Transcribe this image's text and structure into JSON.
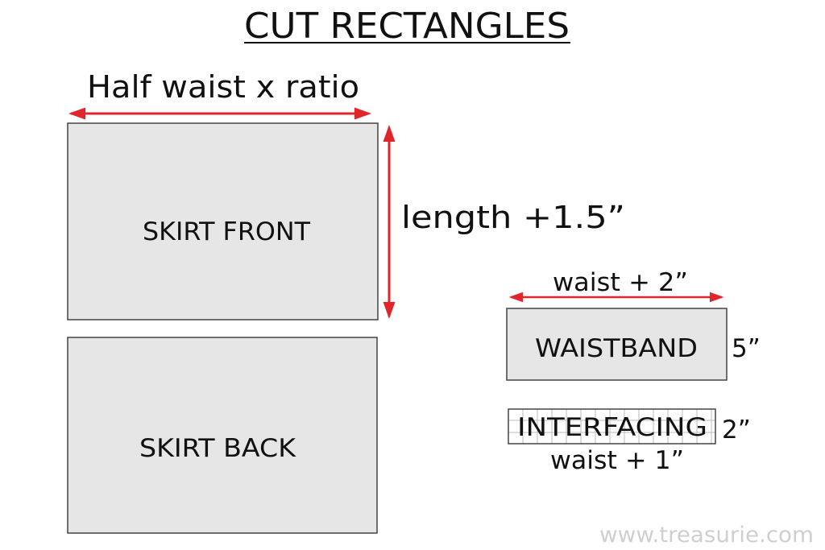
{
  "title": "CUT RECTANGLES",
  "skirt_front": {
    "label": "SKIRT FRONT",
    "width_label": "Half waist x ratio",
    "length_label": "length +1.5”"
  },
  "skirt_back": {
    "label": "SKIRT BACK"
  },
  "waistband": {
    "label": "WAISTBAND",
    "width_label": "waist + 2”",
    "height_label": "5”"
  },
  "interfacing": {
    "label": "INTERFACING",
    "width_label": "waist + 1”",
    "height_label": "2”"
  },
  "watermark": "www.treasurie.com",
  "colors": {
    "arrow": "#e0262b",
    "fill": "#e6e6e6",
    "stroke": "#444444"
  }
}
